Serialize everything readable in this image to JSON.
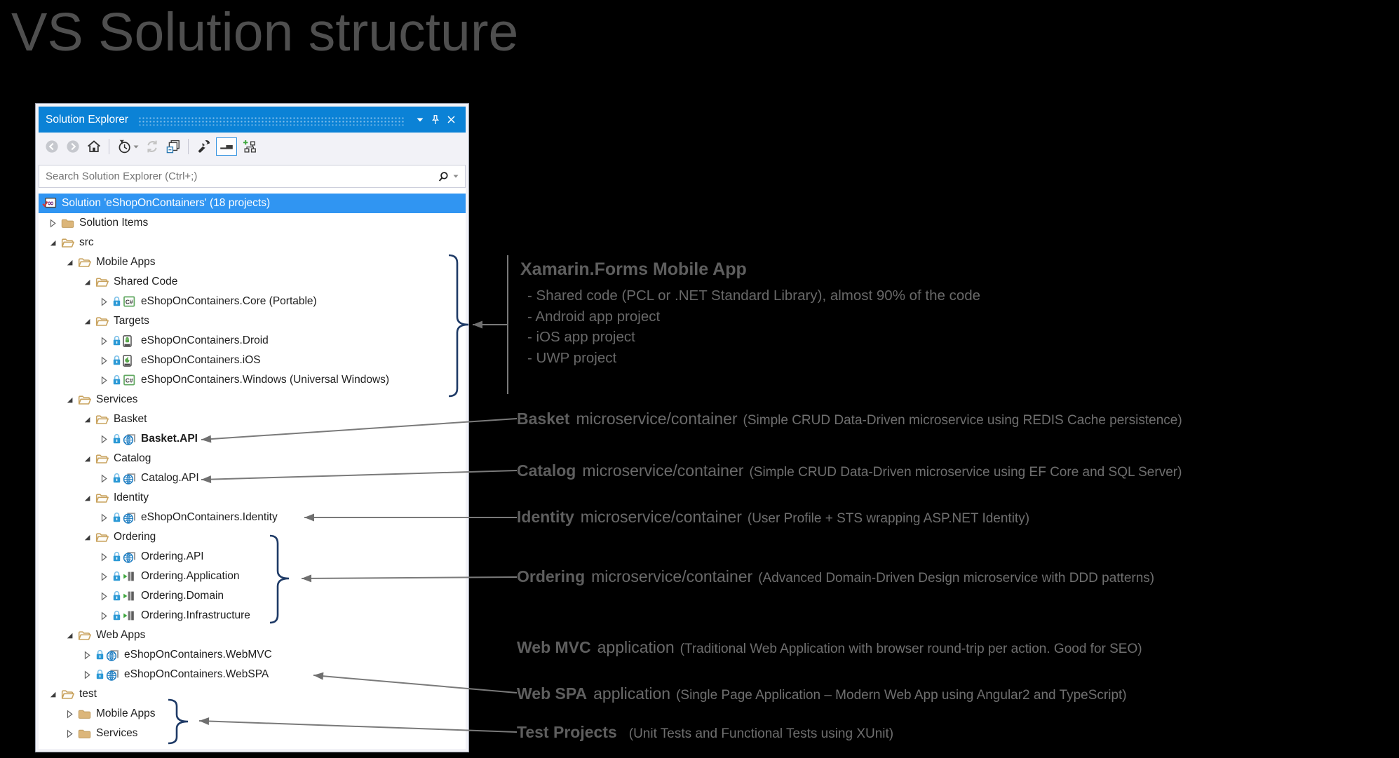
{
  "page": {
    "title": "VS Solution structure"
  },
  "panel": {
    "title": "Solution Explorer",
    "titlebar_icons": [
      "window-position-chevron",
      "pin",
      "close"
    ],
    "toolbar_icons": [
      "back",
      "forward",
      "home",
      "pending-changes-filter",
      "sync-with-active-document",
      "collapse-all",
      "properties",
      "show-all-files",
      "add-new-solution-folder"
    ],
    "search": {
      "placeholder": "Search Solution Explorer (Ctrl+;)",
      "value": ""
    },
    "tree": [
      {
        "label": "Solution 'eShopOnContainers' (18 projects)",
        "level": 0,
        "state": "none",
        "icon": "solution",
        "locked": false,
        "bold": false,
        "selected": true
      },
      {
        "label": "Solution Items",
        "level": 1,
        "state": "collapsed",
        "icon": "folder-closed",
        "locked": false,
        "bold": false,
        "selected": false
      },
      {
        "label": "src",
        "level": 1,
        "state": "expanded",
        "icon": "folder-open",
        "locked": false,
        "bold": false,
        "selected": false
      },
      {
        "label": "Mobile Apps",
        "level": 2,
        "state": "expanded",
        "icon": "folder-open",
        "locked": false,
        "bold": false,
        "selected": false
      },
      {
        "label": "Shared Code",
        "level": 3,
        "state": "expanded",
        "icon": "folder-open",
        "locked": false,
        "bold": false,
        "selected": false
      },
      {
        "label": "eShopOnContainers.Core (Portable)",
        "level": 4,
        "state": "collapsed",
        "icon": "csharp-project",
        "locked": true,
        "bold": false,
        "selected": false
      },
      {
        "label": "Targets",
        "level": 3,
        "state": "expanded",
        "icon": "folder-open",
        "locked": false,
        "bold": false,
        "selected": false
      },
      {
        "label": "eShopOnContainers.Droid",
        "level": 4,
        "state": "collapsed",
        "icon": "android-project",
        "locked": true,
        "bold": false,
        "selected": false
      },
      {
        "label": "eShopOnContainers.iOS",
        "level": 4,
        "state": "collapsed",
        "icon": "ios-project",
        "locked": true,
        "bold": false,
        "selected": false
      },
      {
        "label": "eShopOnContainers.Windows (Universal Windows)",
        "level": 4,
        "state": "collapsed",
        "icon": "csharp-project",
        "locked": true,
        "bold": false,
        "selected": false
      },
      {
        "label": "Services",
        "level": 2,
        "state": "expanded",
        "icon": "folder-open",
        "locked": false,
        "bold": false,
        "selected": false
      },
      {
        "label": "Basket",
        "level": 3,
        "state": "expanded",
        "icon": "folder-open",
        "locked": false,
        "bold": false,
        "selected": false
      },
      {
        "label": "Basket.API",
        "level": 4,
        "state": "collapsed",
        "icon": "web-project",
        "locked": true,
        "bold": true,
        "selected": false
      },
      {
        "label": "Catalog",
        "level": 3,
        "state": "expanded",
        "icon": "folder-open",
        "locked": false,
        "bold": false,
        "selected": false
      },
      {
        "label": "Catalog.API",
        "level": 4,
        "state": "collapsed",
        "icon": "web-project",
        "locked": true,
        "bold": false,
        "selected": false
      },
      {
        "label": "Identity",
        "level": 3,
        "state": "expanded",
        "icon": "folder-open",
        "locked": false,
        "bold": false,
        "selected": false
      },
      {
        "label": "eShopOnContainers.Identity",
        "level": 4,
        "state": "collapsed",
        "icon": "web-project",
        "locked": true,
        "bold": false,
        "selected": false
      },
      {
        "label": "Ordering",
        "level": 3,
        "state": "expanded",
        "icon": "folder-open",
        "locked": false,
        "bold": false,
        "selected": false
      },
      {
        "label": "Ordering.API",
        "level": 4,
        "state": "collapsed",
        "icon": "web-project",
        "locked": true,
        "bold": false,
        "selected": false
      },
      {
        "label": "Ordering.Application",
        "level": 4,
        "state": "collapsed",
        "icon": "class-library",
        "locked": true,
        "bold": false,
        "selected": false
      },
      {
        "label": "Ordering.Domain",
        "level": 4,
        "state": "collapsed",
        "icon": "class-library",
        "locked": true,
        "bold": false,
        "selected": false
      },
      {
        "label": "Ordering.Infrastructure",
        "level": 4,
        "state": "collapsed",
        "icon": "class-library",
        "locked": true,
        "bold": false,
        "selected": false
      },
      {
        "label": "Web Apps",
        "level": 2,
        "state": "expanded",
        "icon": "folder-open",
        "locked": false,
        "bold": false,
        "selected": false
      },
      {
        "label": "eShopOnContainers.WebMVC",
        "level": 3,
        "state": "collapsed",
        "icon": "web-project",
        "locked": true,
        "bold": false,
        "selected": false
      },
      {
        "label": "eShopOnContainers.WebSPA",
        "level": 3,
        "state": "collapsed",
        "icon": "web-project",
        "locked": true,
        "bold": false,
        "selected": false
      },
      {
        "label": "test",
        "level": 1,
        "state": "expanded",
        "icon": "folder-open",
        "locked": false,
        "bold": false,
        "selected": false
      },
      {
        "label": "Mobile Apps",
        "level": 2,
        "state": "collapsed",
        "icon": "folder-closed",
        "locked": false,
        "bold": false,
        "selected": false
      },
      {
        "label": "Services",
        "level": 2,
        "state": "collapsed",
        "icon": "folder-closed",
        "locked": false,
        "bold": false,
        "selected": false
      }
    ]
  },
  "annotations": {
    "xamarin": {
      "title": "Xamarin.Forms Mobile App",
      "bullets": [
        "- Shared code (PCL or .NET Standard Library), almost 90% of the code",
        "- Android app project",
        "- iOS app project",
        "- UWP project"
      ]
    },
    "basket": {
      "bold": "Basket",
      "normal": "microservice/container",
      "paren": "(Simple CRUD Data-Driven microservice using REDIS Cache persistence)"
    },
    "catalog": {
      "bold": "Catalog",
      "normal": "microservice/container",
      "paren": "(Simple CRUD Data-Driven microservice using EF Core and SQL Server)"
    },
    "identity": {
      "bold": "Identity",
      "normal": "microservice/container",
      "paren": "(User Profile + STS wrapping ASP.NET Identity)"
    },
    "ordering": {
      "bold": "Ordering",
      "normal": "microservice/container",
      "paren": "(Advanced Domain-Driven Design microservice with DDD patterns)"
    },
    "webmvc": {
      "bold": "Web MVC",
      "normal": "application",
      "paren": "(Traditional Web Application with browser round-trip per action. Good for SEO)"
    },
    "webspa": {
      "bold": "Web SPA",
      "normal": "application",
      "paren": "(Single Page Application – Modern Web App using Angular2 and TypeScript)"
    },
    "tests": {
      "bold": "Test Projects",
      "normal": "",
      "paren": "(Unit Tests and Functional Tests using XUnit)"
    }
  },
  "colors": {
    "background": "#000000",
    "titlebar_blue": "#0b82d6",
    "selection_blue": "#3095f2",
    "folder_tan": "#dcb67a",
    "brace_navy": "#1e3a66",
    "arrow_gray": "#7a7a7a",
    "annotation_gray": "#6a6a6a"
  }
}
